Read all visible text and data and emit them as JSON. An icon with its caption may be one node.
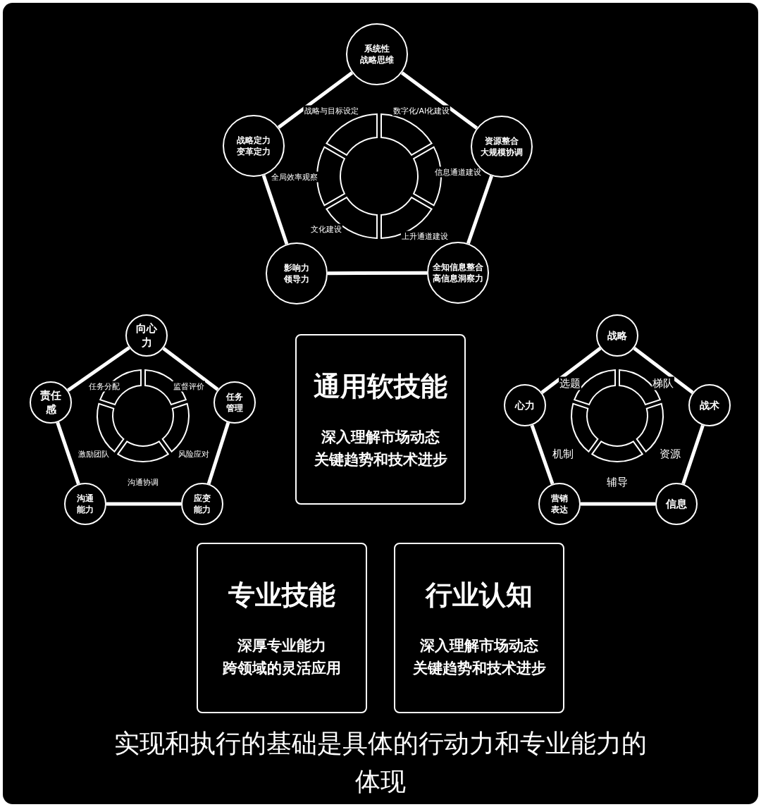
{
  "diagram": {
    "caption": "实现和执行的基础是具体的行动力和专业能力的体现",
    "nodes": [
      {
        "text": [
          "系统性",
          "战略思维"
        ]
      },
      {
        "text": [
          "战略定力",
          "变革定力"
        ]
      },
      {
        "text": [
          "资源整合",
          "大规模协调"
        ]
      },
      {
        "text": [
          "影响力",
          "领导力"
        ]
      },
      {
        "text": [
          "全知信息整合",
          "高信息洞察力"
        ]
      },
      {
        "text": [
          "向心力"
        ]
      },
      {
        "text": [
          "责任感"
        ]
      },
      {
        "text": [
          "任务管理"
        ]
      },
      {
        "text": [
          "沟通能力"
        ]
      },
      {
        "text": [
          "应变能力"
        ]
      },
      {
        "text": [
          "通用软技能",
          "深入理解市场动态",
          "关键趋势和技术进步"
        ]
      },
      {
        "text": [
          "战略"
        ]
      },
      {
        "text": [
          "心力"
        ]
      },
      {
        "text": [
          "战术"
        ]
      },
      {
        "text": [
          "营销表达"
        ]
      },
      {
        "text": [
          "信息"
        ]
      },
      {
        "text": [
          "专业技能",
          "深厚专业能力",
          "跨领域的灵活应用"
        ]
      },
      {
        "text": [
          "行业认知",
          "深入理解市场动态",
          "关键趋势和技术进步"
        ]
      }
    ],
    "edges": [
      {
        "from": 0,
        "to": 2,
        "arrow": "none"
      },
      {
        "from": 2,
        "to": 4,
        "arrow": "none"
      },
      {
        "from": 4,
        "to": 3,
        "arrow": "none"
      },
      {
        "from": 3,
        "to": 1,
        "arrow": "none"
      },
      {
        "from": 1,
        "to": 0,
        "arrow": "none"
      },
      {
        "from": 5,
        "to": 7,
        "arrow": "none"
      },
      {
        "from": 7,
        "to": 9,
        "arrow": "none"
      },
      {
        "from": 9,
        "to": 8,
        "arrow": "none"
      },
      {
        "from": 8,
        "to": 6,
        "arrow": "none"
      },
      {
        "from": 6,
        "to": 5,
        "arrow": "none"
      },
      {
        "from": 11,
        "to": 13,
        "arrow": "none"
      },
      {
        "from": 13,
        "to": 15,
        "arrow": "none"
      },
      {
        "from": 15,
        "to": 14,
        "arrow": "none"
      },
      {
        "from": 14,
        "to": 12,
        "arrow": "none"
      },
      {
        "from": 12,
        "to": 11,
        "arrow": "none"
      }
    ],
    "labels": [
      "战略与目标设定",
      "数字化/AI化建设",
      "全局效率观察",
      "信息通道建设",
      "文化建设",
      "上升通道建设",
      "任务分配",
      "监督评价",
      "选题",
      "梯队",
      "激励团队",
      "风险应对",
      "机制",
      "资源",
      "沟通协调",
      "辅导"
    ]
  }
}
